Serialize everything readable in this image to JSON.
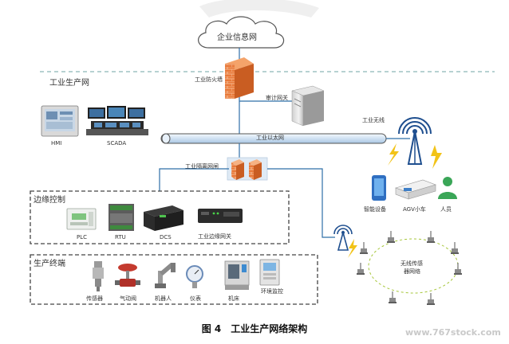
{
  "cloud": {
    "label": "企业信息网"
  },
  "zones": {
    "industrial_network": "工业生产网",
    "edge_control": "边缘控制",
    "production_terminal": "生产终端"
  },
  "firewall": {
    "label": "工业防火墙"
  },
  "audit_gateway": {
    "label": "审计网关"
  },
  "ethernet_bus": {
    "label": "工业以太网"
  },
  "isolation_gateway": {
    "label": "工业隔离网闸"
  },
  "wireless": {
    "label": "工业无线"
  },
  "top_devices": [
    {
      "label": "HMI"
    },
    {
      "label": "SCADA"
    }
  ],
  "wireless_clients": [
    {
      "label": "智能设备"
    },
    {
      "label": "AGV小车"
    },
    {
      "label": "人员"
    }
  ],
  "edge_devices": [
    {
      "label": "PLC"
    },
    {
      "label": "RTU"
    },
    {
      "label": "DCS"
    },
    {
      "label": "工业边缘网关"
    }
  ],
  "terminal_devices": [
    {
      "label": "传感器"
    },
    {
      "label": "气动阀"
    },
    {
      "label": "机器人"
    },
    {
      "label": "仪表"
    },
    {
      "label": "机床"
    },
    {
      "label": "环境监控"
    }
  ],
  "sensor_network": {
    "label_line1": "无线传感",
    "label_line2": "器网络"
  },
  "caption": "图 4　工业生产网络架构",
  "watermark": "www.767stock.com",
  "colors": {
    "bus": "#d7e7f5",
    "bus_stroke": "#555555",
    "dashed_line": "#6fa6a6",
    "link": "#2e6fa8",
    "firewall": "#e07a3a",
    "wave_green": "#a6c63a",
    "bolt": "#f2c318"
  }
}
